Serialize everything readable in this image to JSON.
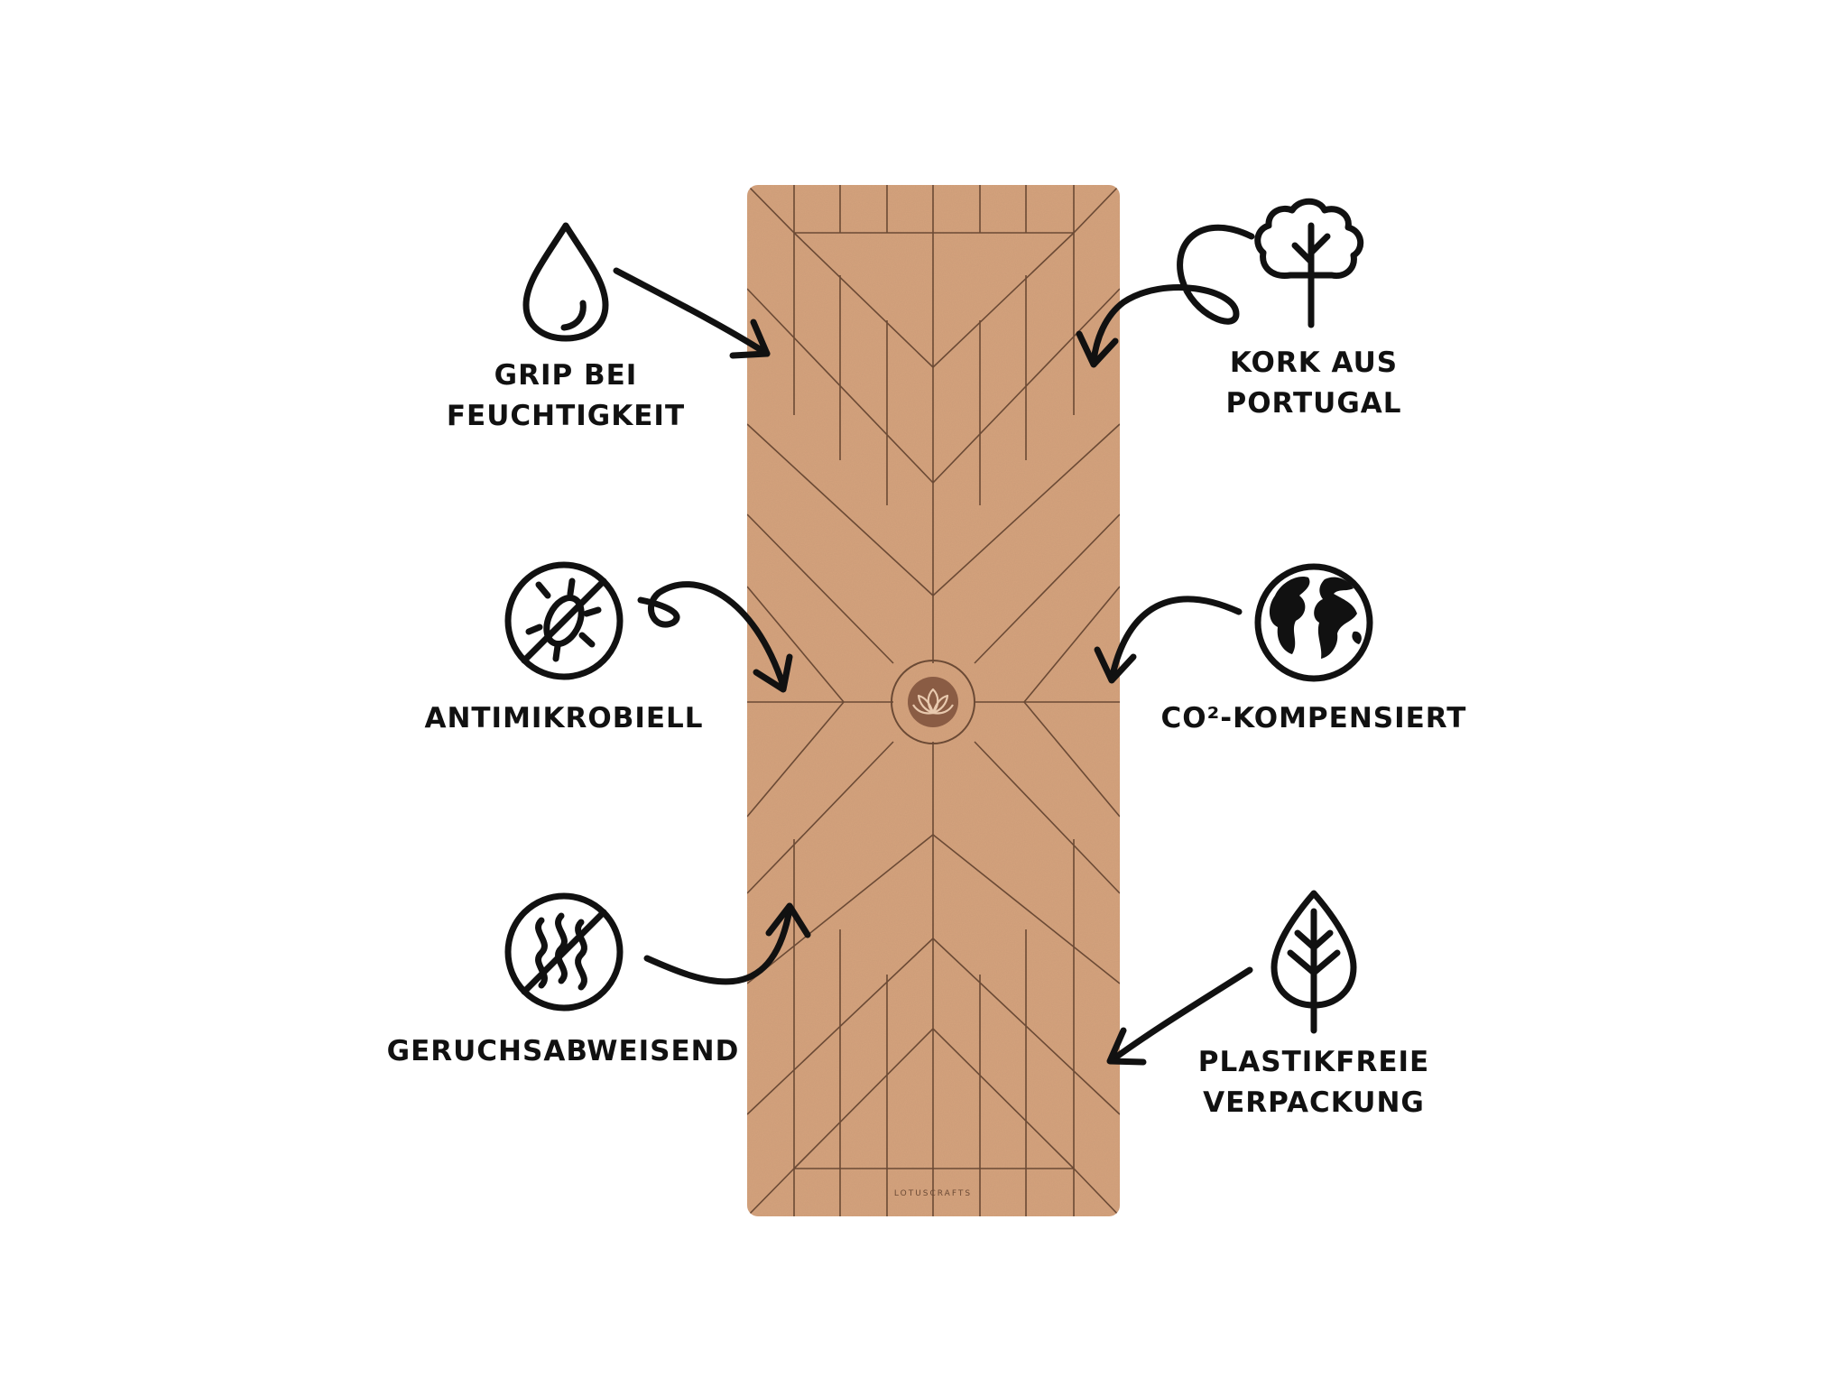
{
  "colors": {
    "background": "#ffffff",
    "mat_base": "#d5a27d",
    "mat_lines": "#6b4a35",
    "medallion": "#8a5c44",
    "icon_ink": "#111111"
  },
  "mat": {
    "brand": "LOTUSCRAFTS",
    "medallion_icon": "lotus-icon"
  },
  "features": {
    "grip": {
      "icon": "water-drop-icon",
      "line1": "GRIP BEI",
      "line2": "FEUCHTIGKEIT"
    },
    "cork": {
      "icon": "tree-icon",
      "line1": "KORK AUS",
      "line2": "PORTUGAL"
    },
    "antimicrobial": {
      "icon": "no-bacteria-icon",
      "line1": "ANTIMIKROBIELL"
    },
    "co2": {
      "icon": "globe-icon",
      "line1": "CO²-KOMPENSIERT"
    },
    "odor": {
      "icon": "no-odor-icon",
      "line1": "GERUCHSABWEISEND"
    },
    "plastic_free": {
      "icon": "leaf-icon",
      "line1": "PLASTIKFREIE",
      "line2": "VERPACKUNG"
    }
  }
}
